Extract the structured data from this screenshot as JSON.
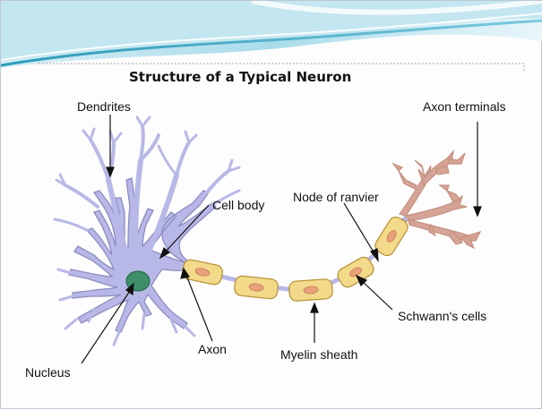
{
  "title": "Structure of a Typical Neuron",
  "labels": {
    "dendrites": "Dendrites",
    "cell_body": "Cell body",
    "nucleus": "Nucleus",
    "axon": "Axon",
    "myelin_sheath": "Myelin sheath",
    "schwanns_cells": "Schwann's cells",
    "node_of_ranvier": "Node of ranvier",
    "axon_terminals": "Axon terminals"
  },
  "colors": {
    "neuron_body": "#b8b8e8",
    "neuron_outline": "#8c8cc0",
    "nucleus": "#3e8e6a",
    "myelin": "#f3d98a",
    "myelin_outline": "#b9953a",
    "schwann_nucleus": "#e9a27a",
    "terminals": "#d6a497",
    "banner_teal": "#2b9bb8"
  }
}
